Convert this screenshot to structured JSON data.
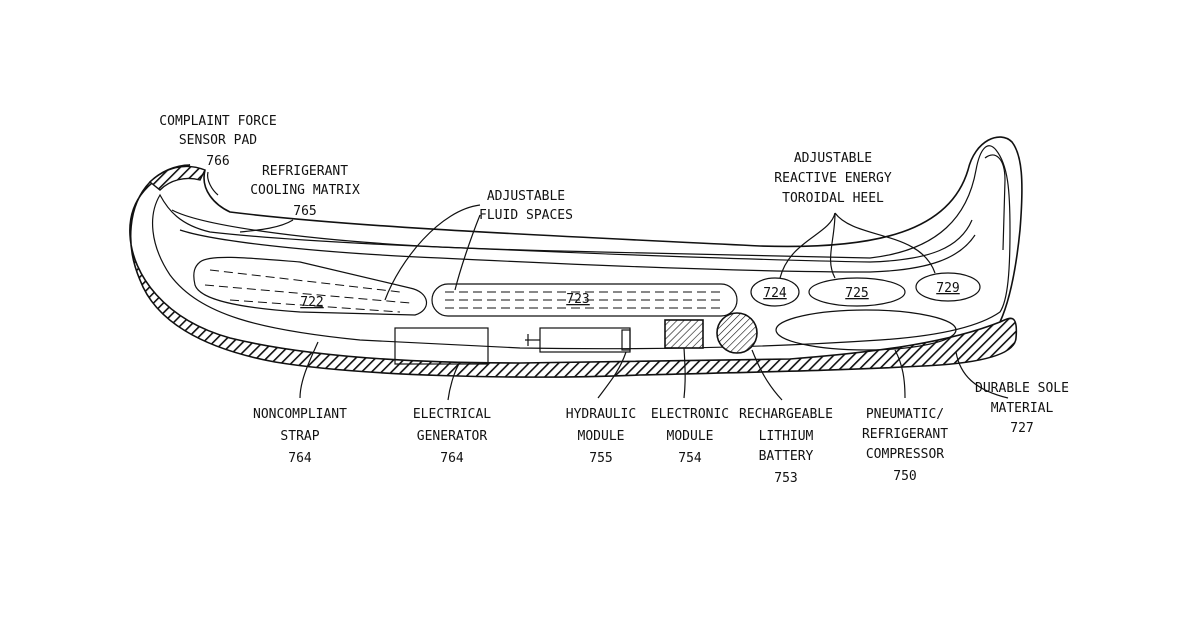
{
  "labels": {
    "sensor_pad": {
      "line1": "COMPLAINT FORCE",
      "line2": "SENSOR PAD",
      "num": "766"
    },
    "cooling_matrix": {
      "line1": "REFRIGERANT",
      "line2": "COOLING MATRIX",
      "num": "765"
    },
    "fluid_spaces": {
      "line1": "ADJUSTABLE",
      "line2": "FLUID SPACES"
    },
    "toroidal_heel": {
      "line1": "ADJUSTABLE",
      "line2": "REACTIVE ENERGY",
      "line3": "TOROIDAL HEEL"
    },
    "strap": {
      "line1": "NONCOMPLIANT",
      "line2": "STRAP",
      "num": "764"
    },
    "generator": {
      "line1": "ELECTRICAL",
      "line2": "GENERATOR",
      "num": "764"
    },
    "hydraulic": {
      "line1": "HYDRAULIC",
      "line2": "MODULE",
      "num": "755"
    },
    "electronic": {
      "line1": "ELECTRONIC",
      "line2": "MODULE",
      "num": "754"
    },
    "battery": {
      "line1": "RECHARGEABLE",
      "line2": "LITHIUM",
      "line3": "BATTERY",
      "num": "753"
    },
    "compressor": {
      "line1": "PNEUMATIC/",
      "line2": "REFRIGERANT",
      "line3": "COMPRESSOR",
      "num": "750"
    },
    "sole": {
      "line1": "DURABLE SOLE",
      "line2": "MATERIAL",
      "num": "727"
    }
  },
  "chambers": {
    "c722": "722",
    "c723": "723",
    "c724": "724",
    "c725": "725",
    "c729": "729"
  }
}
